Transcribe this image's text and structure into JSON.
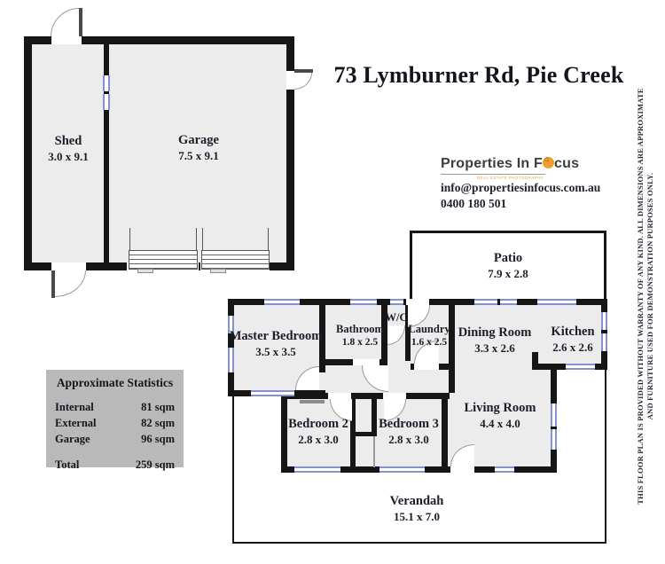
{
  "title": "73 Lymburner Rd, Pie Creek",
  "branding": {
    "logo_pre": "Properties In F",
    "logo_post": "cus",
    "tagline": "REAL ESTATE PHOTOGRAPHY",
    "email": "info@propertiesinfocus.com.au",
    "phone": "0400 180 501",
    "accent_color": "#f09d2e"
  },
  "disclaimer": [
    "THIS FLOOR PLAN IS PROVIDED WITHOUT WARRANTY OF ANY KIND. ALL DIMENSIONS ARE APPROXIMATE",
    "AND FURNITURE USED FOR DEMONSTRATION PURPOSES ONLY."
  ],
  "rooms": {
    "shed": {
      "name": "Shed",
      "dims": "3.0 x 9.1"
    },
    "garage": {
      "name": "Garage",
      "dims": "7.5 x 9.1"
    },
    "patio": {
      "name": "Patio",
      "dims": "7.9 x 2.8"
    },
    "master": {
      "name": "Master Bedroom",
      "dims": "3.5 x 3.5"
    },
    "bathroom": {
      "name": "Bathroom",
      "dims": "1.8 x 2.5"
    },
    "wc": {
      "name": "W/C",
      "dims": ""
    },
    "laundry": {
      "name": "Laundry",
      "dims": "1.6 x 2.5"
    },
    "dining": {
      "name": "Dining Room",
      "dims": "3.3 x 2.6"
    },
    "kitchen": {
      "name": "Kitchen",
      "dims": "2.6 x 2.6"
    },
    "bedroom2": {
      "name": "Bedroom 2",
      "dims": "2.8 x 3.0"
    },
    "bedroom3": {
      "name": "Bedroom 3",
      "dims": "2.8 x 3.0"
    },
    "living": {
      "name": "Living Room",
      "dims": "4.4 x 4.0"
    },
    "verandah": {
      "name": "Verandah",
      "dims": "15.1 x 7.0"
    }
  },
  "stats": {
    "title": "Approximate Statistics",
    "rows": [
      {
        "label": "Internal",
        "value": "81 sqm"
      },
      {
        "label": "External",
        "value": "82 sqm"
      },
      {
        "label": "Garage",
        "value": "96 sqm"
      }
    ],
    "total": {
      "label": "Total",
      "value": "259 sqm"
    }
  }
}
